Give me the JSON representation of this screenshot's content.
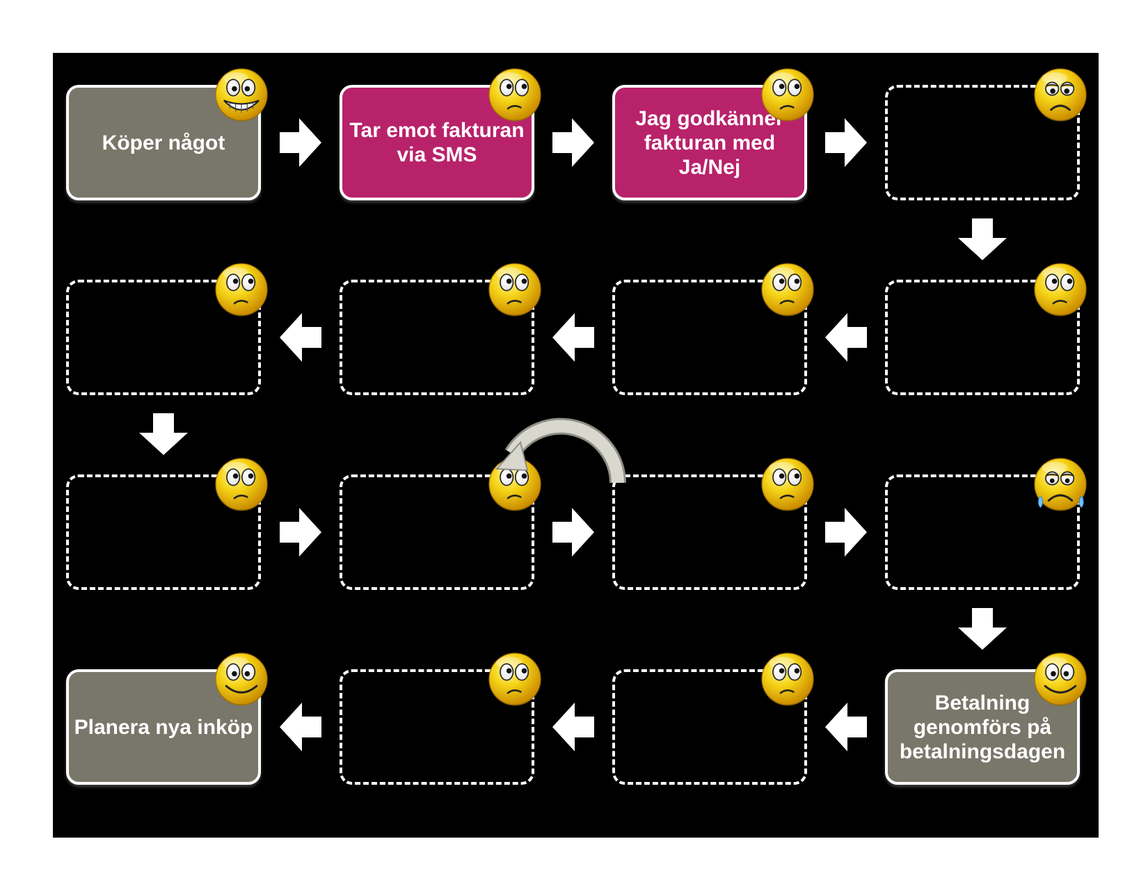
{
  "colors": {
    "background": "#000000",
    "gray_box": "#78776a",
    "magenta_box": "#b8226a",
    "outline": "#ffffff",
    "smiley": "#f5d316"
  },
  "steps": [
    {
      "label": "Köper något",
      "style": "gray",
      "face": "grinning-face-icon"
    },
    {
      "label": "Tar emot fakturan via SMS",
      "style": "magenta",
      "face": "uneasy-face-icon"
    },
    {
      "label": "Jag godkänner fakturan med Ja/Nej",
      "style": "magenta",
      "face": "uneasy-face-icon"
    },
    {
      "label": "",
      "style": "empty",
      "face": "sad-face-icon"
    },
    {
      "label": "",
      "style": "empty",
      "face": "uneasy-face-icon"
    },
    {
      "label": "",
      "style": "empty",
      "face": "uneasy-face-icon"
    },
    {
      "label": "",
      "style": "empty",
      "face": "uneasy-face-icon"
    },
    {
      "label": "",
      "style": "empty",
      "face": "uneasy-face-icon"
    },
    {
      "label": "",
      "style": "empty",
      "face": "uneasy-face-icon"
    },
    {
      "label": "",
      "style": "empty",
      "face": "uneasy-face-icon"
    },
    {
      "label": "",
      "style": "empty",
      "face": "uneasy-face-icon"
    },
    {
      "label": "",
      "style": "empty",
      "face": "crying-face-icon"
    },
    {
      "label": "Betalning genomförs på betalningsdagen",
      "style": "gray",
      "face": "smiling-face-icon"
    },
    {
      "label": "",
      "style": "empty",
      "face": "uneasy-face-icon"
    },
    {
      "label": "",
      "style": "empty",
      "face": "uneasy-face-icon"
    },
    {
      "label": "Planera nya inköp",
      "style": "gray",
      "face": "smiling-face-icon"
    }
  ],
  "loop_arrow": {
    "icon": "loop-back-arrow-icon",
    "color": "#d9d8cf"
  }
}
